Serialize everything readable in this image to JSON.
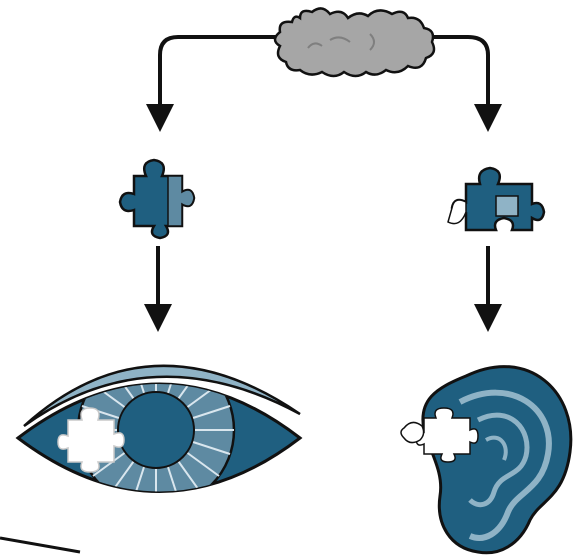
{
  "diagram": {
    "nodes": [
      {
        "id": "source",
        "icon": "puzzle-cloud-icon"
      },
      {
        "id": "visual-piece",
        "icon": "puzzle-piece-icon"
      },
      {
        "id": "auditory-piece",
        "icon": "puzzle-piece-icon"
      },
      {
        "id": "eye",
        "icon": "eye-icon"
      },
      {
        "id": "ear",
        "icon": "ear-icon"
      }
    ],
    "edges": [
      {
        "from": "source",
        "to": "visual-piece"
      },
      {
        "from": "source",
        "to": "auditory-piece"
      },
      {
        "from": "visual-piece",
        "to": "eye"
      },
      {
        "from": "auditory-piece",
        "to": "ear"
      }
    ]
  },
  "colors": {
    "primary": "#1f5f80",
    "light": "#8fb3c6",
    "outline": "#111111",
    "cloud": "#a6a6a6",
    "white": "#ffffff"
  }
}
